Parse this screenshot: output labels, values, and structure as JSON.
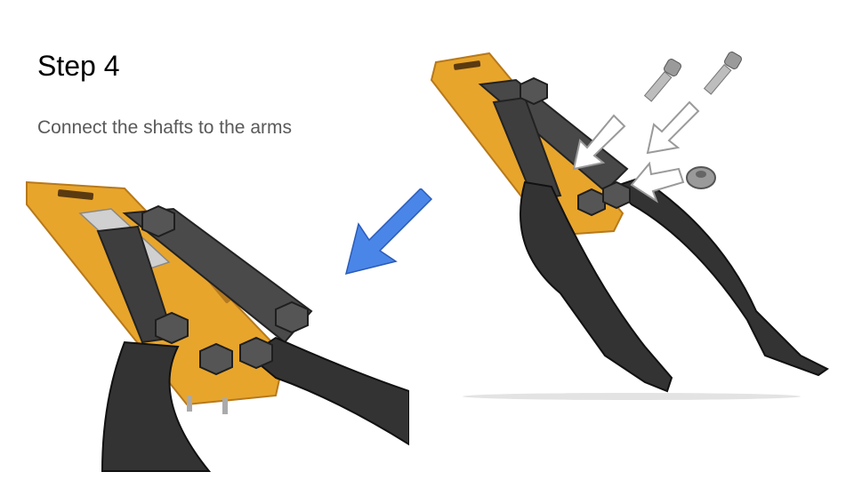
{
  "slide": {
    "title": "Step 4",
    "subtitle": "Connect the shafts to the arms"
  },
  "figures": {
    "zoom_view": "zoomed-assembly-image",
    "full_view": "full-assembly-image",
    "arrow_color": "#4a86e8",
    "part_colors": {
      "base_plate": "#e8a52c",
      "arms": "#3a3a3a",
      "bolts": "#8a8a8a"
    }
  }
}
